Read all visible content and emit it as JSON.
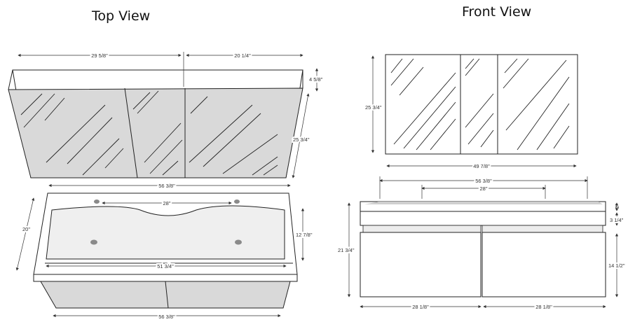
{
  "titles": {
    "top": "Top View",
    "front": "Front View"
  },
  "dimensions": {
    "top_view": {
      "mirror_left_width": "29 5/8\"",
      "mirror_right_width": "20 1/4\"",
      "mirror_depth": "4 5/8\"",
      "mirror_height": "25 3/4\"",
      "vanity_width": "56 3/8\"",
      "faucet_spacing": "28\"",
      "vanity_depth": "20\"",
      "basin_depth": "12 7/8\"",
      "basin_width": "51 3/4\"",
      "base_width": "56 3/8\""
    },
    "front_view": {
      "mirror_height": "25 3/4\"",
      "mirror_width": "49 7/8\"",
      "vanity_width": "56 3/8\"",
      "faucet_spacing": "28\"",
      "top_thickness": "2\"",
      "band_height": "3 1/4\"",
      "total_height": "21 3/4\"",
      "drawer_height": "14 1/2\"",
      "drawer_left_width": "28 1/8\"",
      "drawer_right_width": "28 1/8\""
    }
  },
  "colors": {
    "line": "#222222",
    "mirror_fill": "#ffffff",
    "shaded_side": "#d9d9d9",
    "basin_fill": "#f2f2f2",
    "drain": "#8a8a8a"
  }
}
